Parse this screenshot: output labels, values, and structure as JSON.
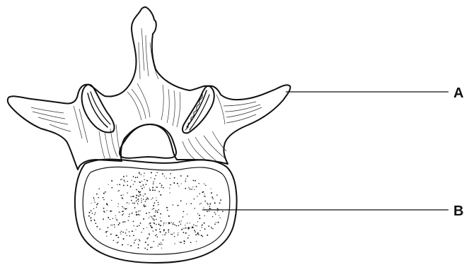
{
  "labels": [
    {
      "id": "A",
      "text": "A"
    },
    {
      "id": "B",
      "text": "B"
    }
  ],
  "colors": {
    "ink": "#111111",
    "background": "#ffffff",
    "bone_fill": "#ffffff"
  }
}
